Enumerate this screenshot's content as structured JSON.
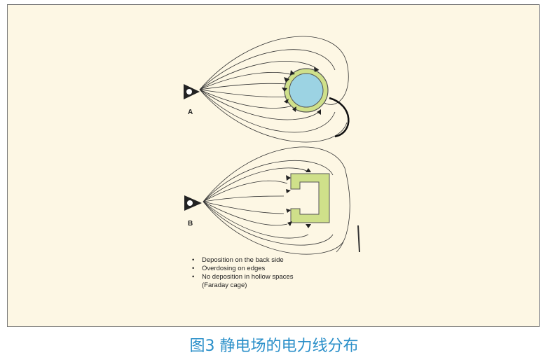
{
  "figure": {
    "label_a": "A",
    "label_b": "B",
    "source_a_symbol": "−",
    "source_b_symbol": "−",
    "bullets": [
      "Deposition on the back side",
      "Overdosing on edges",
      "No deposition in hollow spaces",
      "(Faraday cage)"
    ],
    "colors": {
      "background": "#fdf7e4",
      "object_fill": "#cfe08a",
      "cavity_fill": "#9cd3e3",
      "field_line": "#333333",
      "caption": "#2a8fc9"
    }
  },
  "caption": "图3 静电场的电力线分布"
}
